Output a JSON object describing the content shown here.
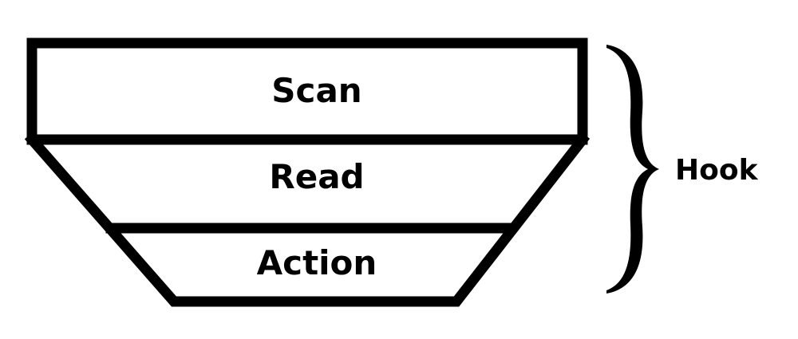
{
  "funnel": {
    "stages": [
      {
        "label": "Scan"
      },
      {
        "label": "Read"
      },
      {
        "label": "Action"
      }
    ]
  },
  "brace": {
    "label": "Hook"
  },
  "colors": {
    "line": "#000000",
    "background": "#ffffff"
  }
}
